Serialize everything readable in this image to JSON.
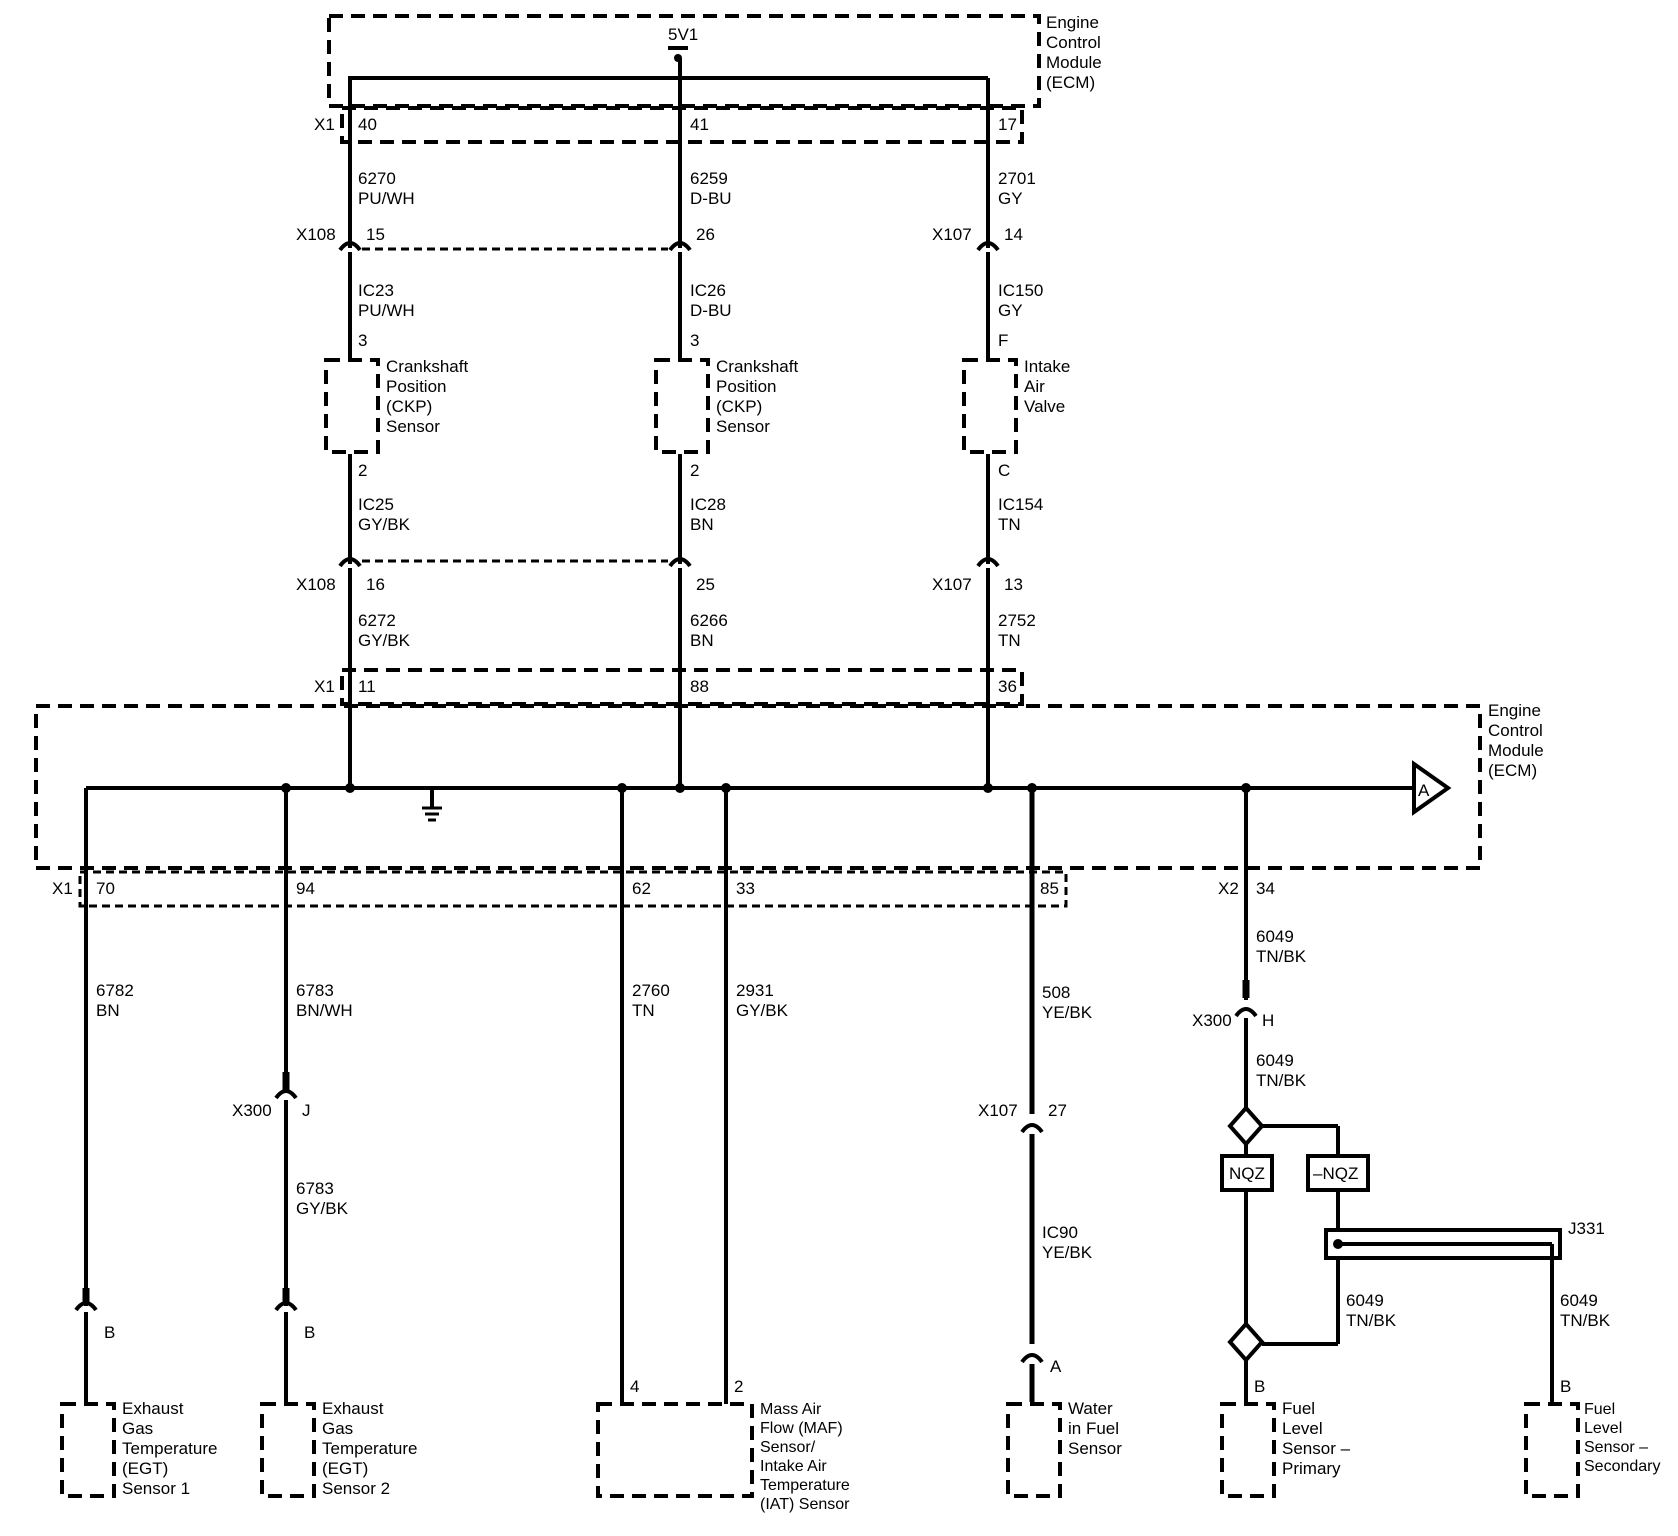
{
  "top_ecm": {
    "label_lines": [
      "Engine",
      "Control",
      "Module",
      "(ECM)"
    ],
    "supply": "5V1",
    "connector": "X1"
  },
  "top_pins": [
    "40",
    "41",
    "17"
  ],
  "circuits_upper": [
    {
      "num": "6270",
      "color": "PU/WH"
    },
    {
      "num": "6259",
      "color": "D-BU"
    },
    {
      "num": "2701",
      "color": "GY"
    }
  ],
  "inline_upper": [
    {
      "conn": "X108",
      "pin": "15"
    },
    {
      "conn": "",
      "pin": "26"
    },
    {
      "conn": "X107",
      "pin": "14"
    }
  ],
  "harness_upper": [
    {
      "num": "IC23",
      "color": "PU/WH"
    },
    {
      "num": "IC26",
      "color": "D-BU"
    },
    {
      "num": "IC150",
      "color": "GY"
    }
  ],
  "sensor_pins_top": [
    "3",
    "3",
    "F"
  ],
  "sensors_mid": [
    {
      "lines": [
        "Crankshaft",
        "Position",
        "(CKP)",
        "Sensor"
      ]
    },
    {
      "lines": [
        "Crankshaft",
        "Position",
        "(CKP)",
        "Sensor"
      ]
    },
    {
      "lines": [
        "Intake",
        "Air",
        "Valve"
      ]
    }
  ],
  "sensor_pins_bottom": [
    "2",
    "2",
    "C"
  ],
  "harness_lower": [
    {
      "num": "IC25",
      "color": "GY/BK"
    },
    {
      "num": "IC28",
      "color": "BN"
    },
    {
      "num": "IC154",
      "color": "TN"
    }
  ],
  "inline_lower": [
    {
      "conn": "X108",
      "pin": "16"
    },
    {
      "conn": "",
      "pin": "25"
    },
    {
      "conn": "X107",
      "pin": "13"
    }
  ],
  "circuits_lower": [
    {
      "num": "6272",
      "color": "GY/BK"
    },
    {
      "num": "6266",
      "color": "BN"
    },
    {
      "num": "2752",
      "color": "TN"
    }
  ],
  "main_ecm": {
    "label_lines": [
      "Engine",
      "Control",
      "Module",
      "(ECM)"
    ],
    "connector_top": "X1",
    "pins_top": [
      "11",
      "88",
      "36"
    ],
    "offpage": "A",
    "connector_x1": "X1",
    "connector_x2": "X2",
    "pins_bottom": [
      "70",
      "94",
      "62",
      "33",
      "85",
      "34"
    ]
  },
  "bottom_circuits": [
    {
      "num": "6782",
      "color": "BN"
    },
    {
      "num": "6783",
      "color": "BN/WH"
    },
    {
      "num": "2760",
      "color": "TN"
    },
    {
      "num": "2931",
      "color": "GY/BK"
    },
    {
      "num": "508",
      "color": "YE/BK"
    },
    {
      "num": "6049",
      "color": "TN/BK"
    }
  ],
  "x300_j": {
    "conn": "X300",
    "pin": "J",
    "num": "6783",
    "color": "GY/BK"
  },
  "x300_h": {
    "conn": "X300",
    "pin": "H",
    "num": "6049",
    "color": "TN/BK"
  },
  "x107_27": {
    "conn": "X107",
    "pin": "27",
    "num": "IC90",
    "color": "YE/BK"
  },
  "options": {
    "nqz": "NQZ",
    "not_nqz": "–NQZ"
  },
  "splice": {
    "id": "J331",
    "left_num": "6049",
    "left_color": "TN/BK",
    "right_num": "6049",
    "right_color": "TN/BK"
  },
  "bottom_sensor_pins": [
    "B",
    "B",
    "4",
    "2",
    "A",
    "B",
    "B"
  ],
  "bottom_sensors": [
    {
      "lines": [
        "Exhaust",
        "Gas",
        "Temperature",
        "(EGT)",
        "Sensor 1"
      ]
    },
    {
      "lines": [
        "Exhaust",
        "Gas",
        "Temperature",
        "(EGT)",
        "Sensor 2"
      ]
    },
    {
      "lines": [
        "Mass Air",
        "Flow (MAF)",
        "Sensor/",
        "Intake Air",
        "Temperature",
        "(IAT) Sensor"
      ]
    },
    {
      "lines": [
        "Water",
        "in Fuel",
        "Sensor"
      ]
    },
    {
      "lines": [
        "Fuel",
        "Level",
        "Sensor –",
        "Primary"
      ]
    },
    {
      "lines": [
        "Fuel",
        "Level",
        "Sensor –",
        "Secondary"
      ]
    }
  ]
}
